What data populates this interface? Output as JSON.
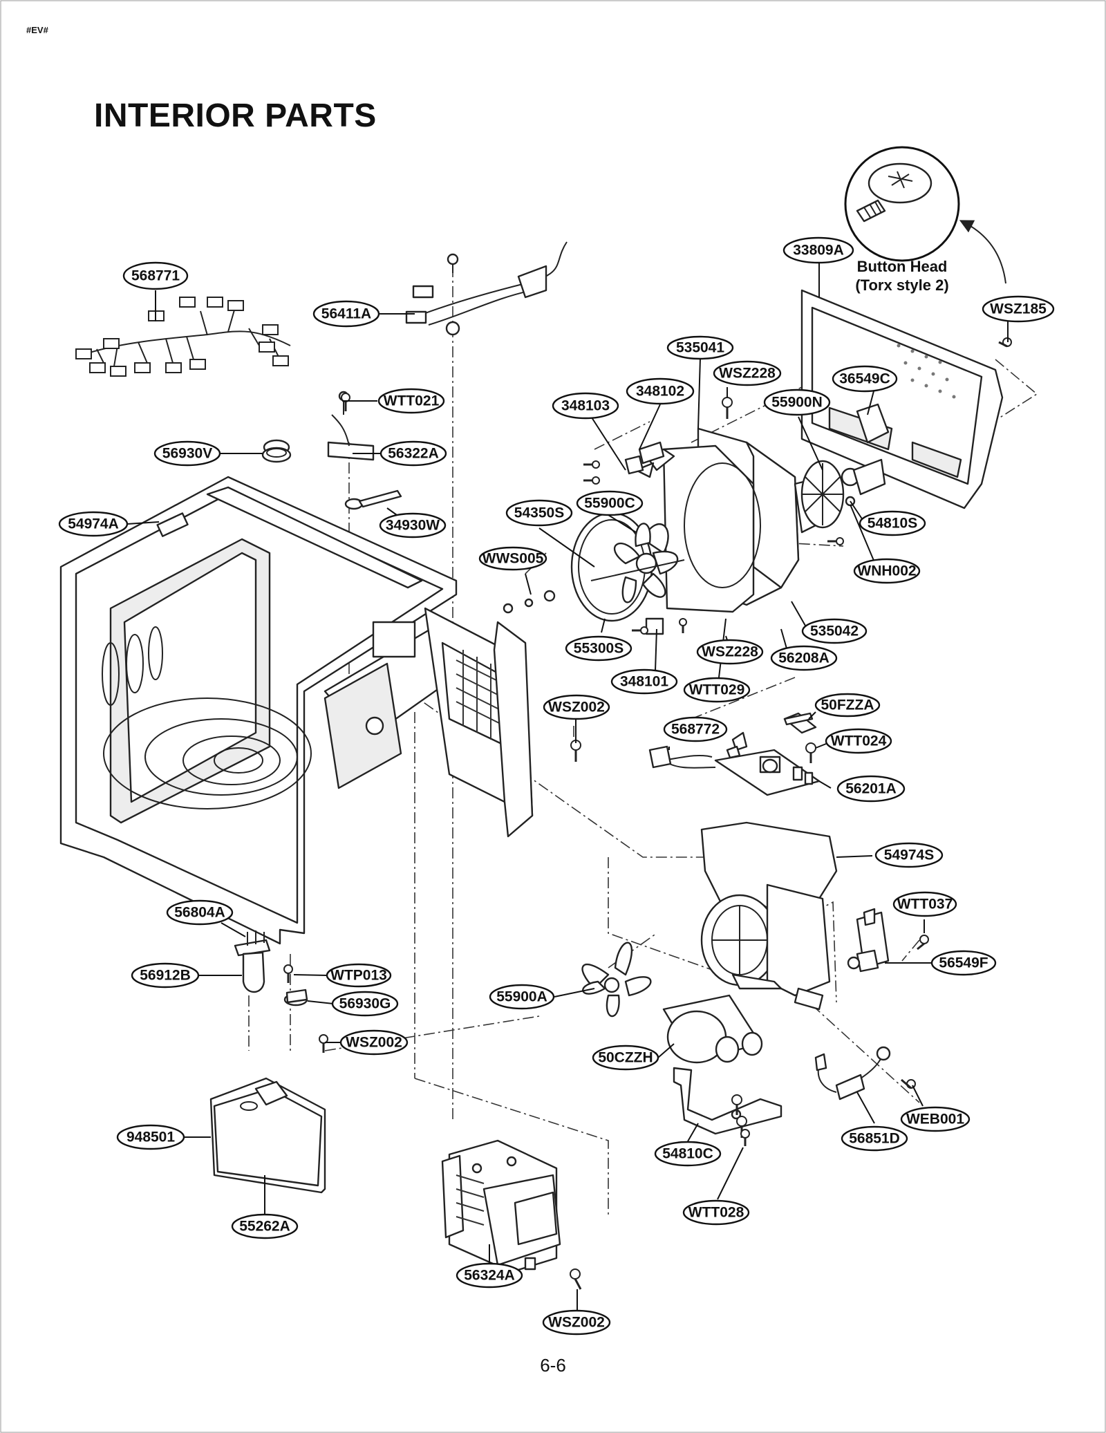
{
  "header": {
    "corner_mark": "#EV#",
    "title": "INTERIOR PARTS"
  },
  "footer": {
    "page_number": "6-6"
  },
  "note": {
    "line1": "Button Head",
    "line2": "(Torx style 2)"
  },
  "icons": {
    "screw_detail": "torx-button-head-screw-icon"
  },
  "colors": {
    "ink": "#111111",
    "paper": "#ffffff"
  },
  "labels": [
    {
      "id": "l01",
      "text": "568771"
    },
    {
      "id": "l02",
      "text": "56411A"
    },
    {
      "id": "l03",
      "text": "33809A"
    },
    {
      "id": "l04",
      "text": "WSZ185"
    },
    {
      "id": "l05",
      "text": "535041"
    },
    {
      "id": "l06",
      "text": "WSZ228"
    },
    {
      "id": "l07",
      "text": "348102"
    },
    {
      "id": "l08",
      "text": "348103"
    },
    {
      "id": "l09",
      "text": "36549C"
    },
    {
      "id": "l10",
      "text": "55900N"
    },
    {
      "id": "l11",
      "text": "WTT021"
    },
    {
      "id": "l12",
      "text": "56322A"
    },
    {
      "id": "l13",
      "text": "56930V"
    },
    {
      "id": "l14",
      "text": "54974A"
    },
    {
      "id": "l15",
      "text": "34930W"
    },
    {
      "id": "l16",
      "text": "54350S"
    },
    {
      "id": "l17",
      "text": "55900C"
    },
    {
      "id": "l18",
      "text": "54810S"
    },
    {
      "id": "l19",
      "text": "WWS005"
    },
    {
      "id": "l20",
      "text": "WNH002"
    },
    {
      "id": "l21",
      "text": "535042"
    },
    {
      "id": "l22",
      "text": "55300S"
    },
    {
      "id": "l23",
      "text": "WSZ228"
    },
    {
      "id": "l24",
      "text": "56208A"
    },
    {
      "id": "l25",
      "text": "348101"
    },
    {
      "id": "l26",
      "text": "WTT029"
    },
    {
      "id": "l27",
      "text": "WSZ002"
    },
    {
      "id": "l28",
      "text": "50FZZA"
    },
    {
      "id": "l29",
      "text": "568772"
    },
    {
      "id": "l30",
      "text": "WTT024"
    },
    {
      "id": "l31",
      "text": "56201A"
    },
    {
      "id": "l32",
      "text": "54974S"
    },
    {
      "id": "l33",
      "text": "WTT037"
    },
    {
      "id": "l34",
      "text": "56549F"
    },
    {
      "id": "l35",
      "text": "56804A"
    },
    {
      "id": "l36",
      "text": "56912B"
    },
    {
      "id": "l37",
      "text": "WTP013"
    },
    {
      "id": "l38",
      "text": "56930G"
    },
    {
      "id": "l39",
      "text": "WSZ002"
    },
    {
      "id": "l40",
      "text": "55900A"
    },
    {
      "id": "l41",
      "text": "50CZZH"
    },
    {
      "id": "l42",
      "text": "WEB001"
    },
    {
      "id": "l43",
      "text": "56851D"
    },
    {
      "id": "l44",
      "text": "948501"
    },
    {
      "id": "l45",
      "text": "54810C"
    },
    {
      "id": "l46",
      "text": "55262A"
    },
    {
      "id": "l47",
      "text": "WTT028"
    },
    {
      "id": "l48",
      "text": "56324A"
    },
    {
      "id": "l49",
      "text": "WSZ002"
    }
  ]
}
